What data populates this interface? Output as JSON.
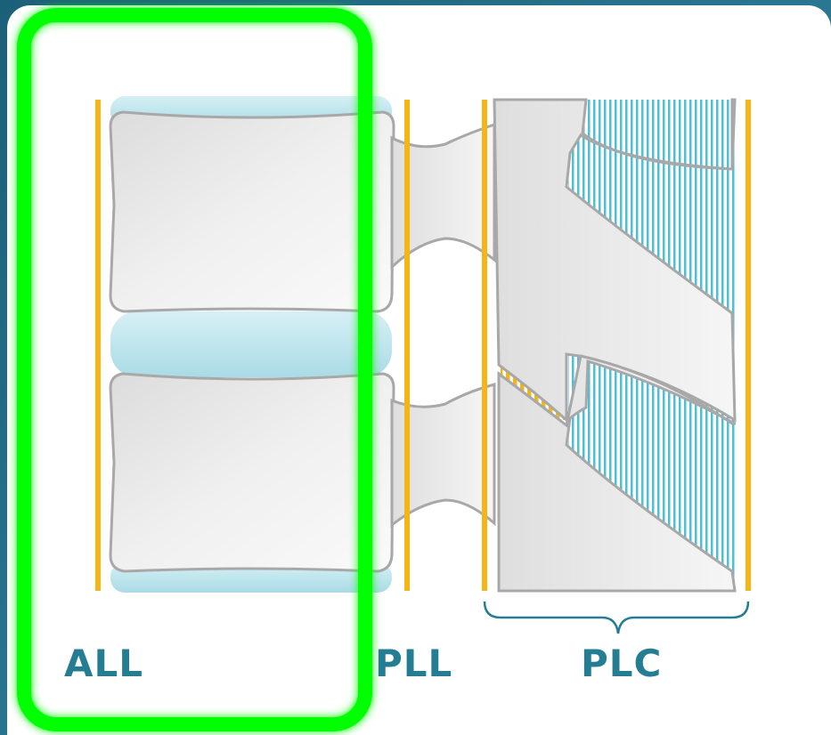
{
  "labels": {
    "all": "ALL",
    "pll": "PLL",
    "plc": "PLC"
  },
  "colors": {
    "background": "#1f6a83",
    "panel": "#ffffff",
    "ligament_line": "#f7b515",
    "disc": "#bfe6ee",
    "bone_fill": "#eeeeee",
    "bone_stroke": "#a8a8a8",
    "hatch_blue": "#4fbfd2",
    "hatch_orange": "#f7b515",
    "brace": "#247d92",
    "label_text": "#247d92",
    "highlight": "#00ff00"
  },
  "highlight": {
    "target": "ALL"
  }
}
